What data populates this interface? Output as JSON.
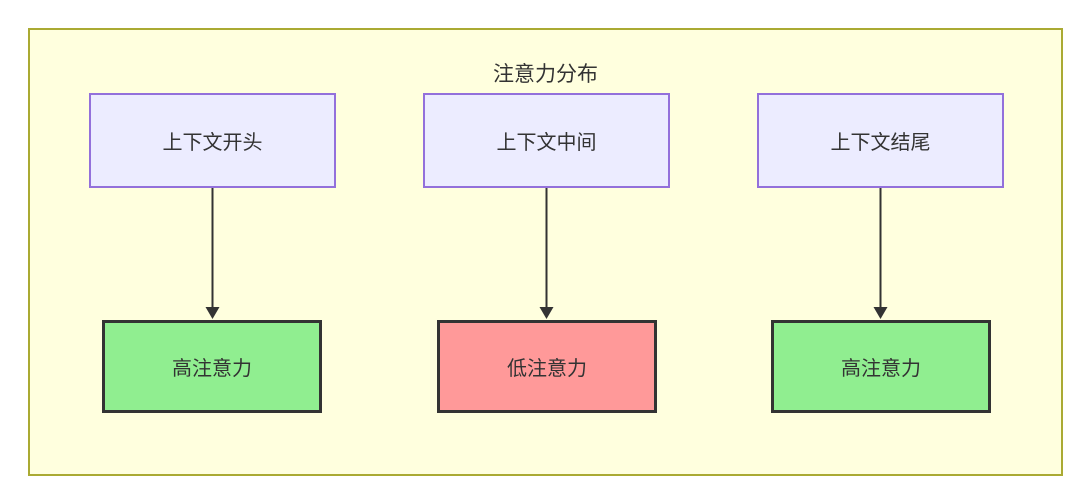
{
  "diagram": {
    "title": "注意力分布",
    "type": "flowchart-top-down",
    "columns": [
      {
        "source": "上下文开头",
        "target": "高注意力",
        "attention_level": "high"
      },
      {
        "source": "上下文中间",
        "target": "低注意力",
        "attention_level": "low"
      },
      {
        "source": "上下文结尾",
        "target": "高注意力",
        "attention_level": "high"
      }
    ],
    "colors": {
      "cluster_background": "#ffffde",
      "cluster_border": "#aaaa33",
      "source_node_background": "#ececff",
      "source_node_border": "#9370db",
      "high_attention_fill": "#90ee90",
      "low_attention_fill": "#ff9999",
      "result_node_border": "#333333",
      "edge_color": "#333333",
      "text_color": "#333333"
    }
  }
}
